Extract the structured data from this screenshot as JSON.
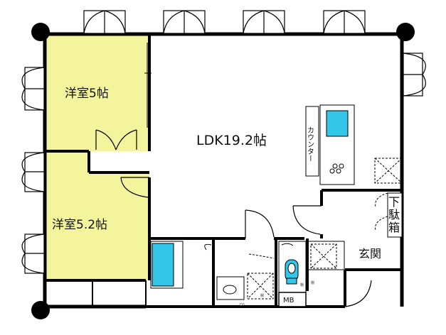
{
  "rooms": {
    "bedroom1": "洋室5帖",
    "bedroom2": "洋室5.2帖",
    "ldk": "LDK19.2帖",
    "entrance": "玄関",
    "shoe_cabinet": [
      "下",
      "駄",
      "箱"
    ],
    "meter_box": "MB"
  },
  "fixtures": {
    "counter": "カウンター",
    "shelf1": "棚",
    "shelf2": "棚",
    "shelf3": "棚",
    "washer_tag": "DS"
  },
  "colors": {
    "bedroom_fill": "#f4f49c",
    "wall": "#000000",
    "sink_and_bath": "#33c6e8",
    "room_fill": "#ffffff"
  }
}
